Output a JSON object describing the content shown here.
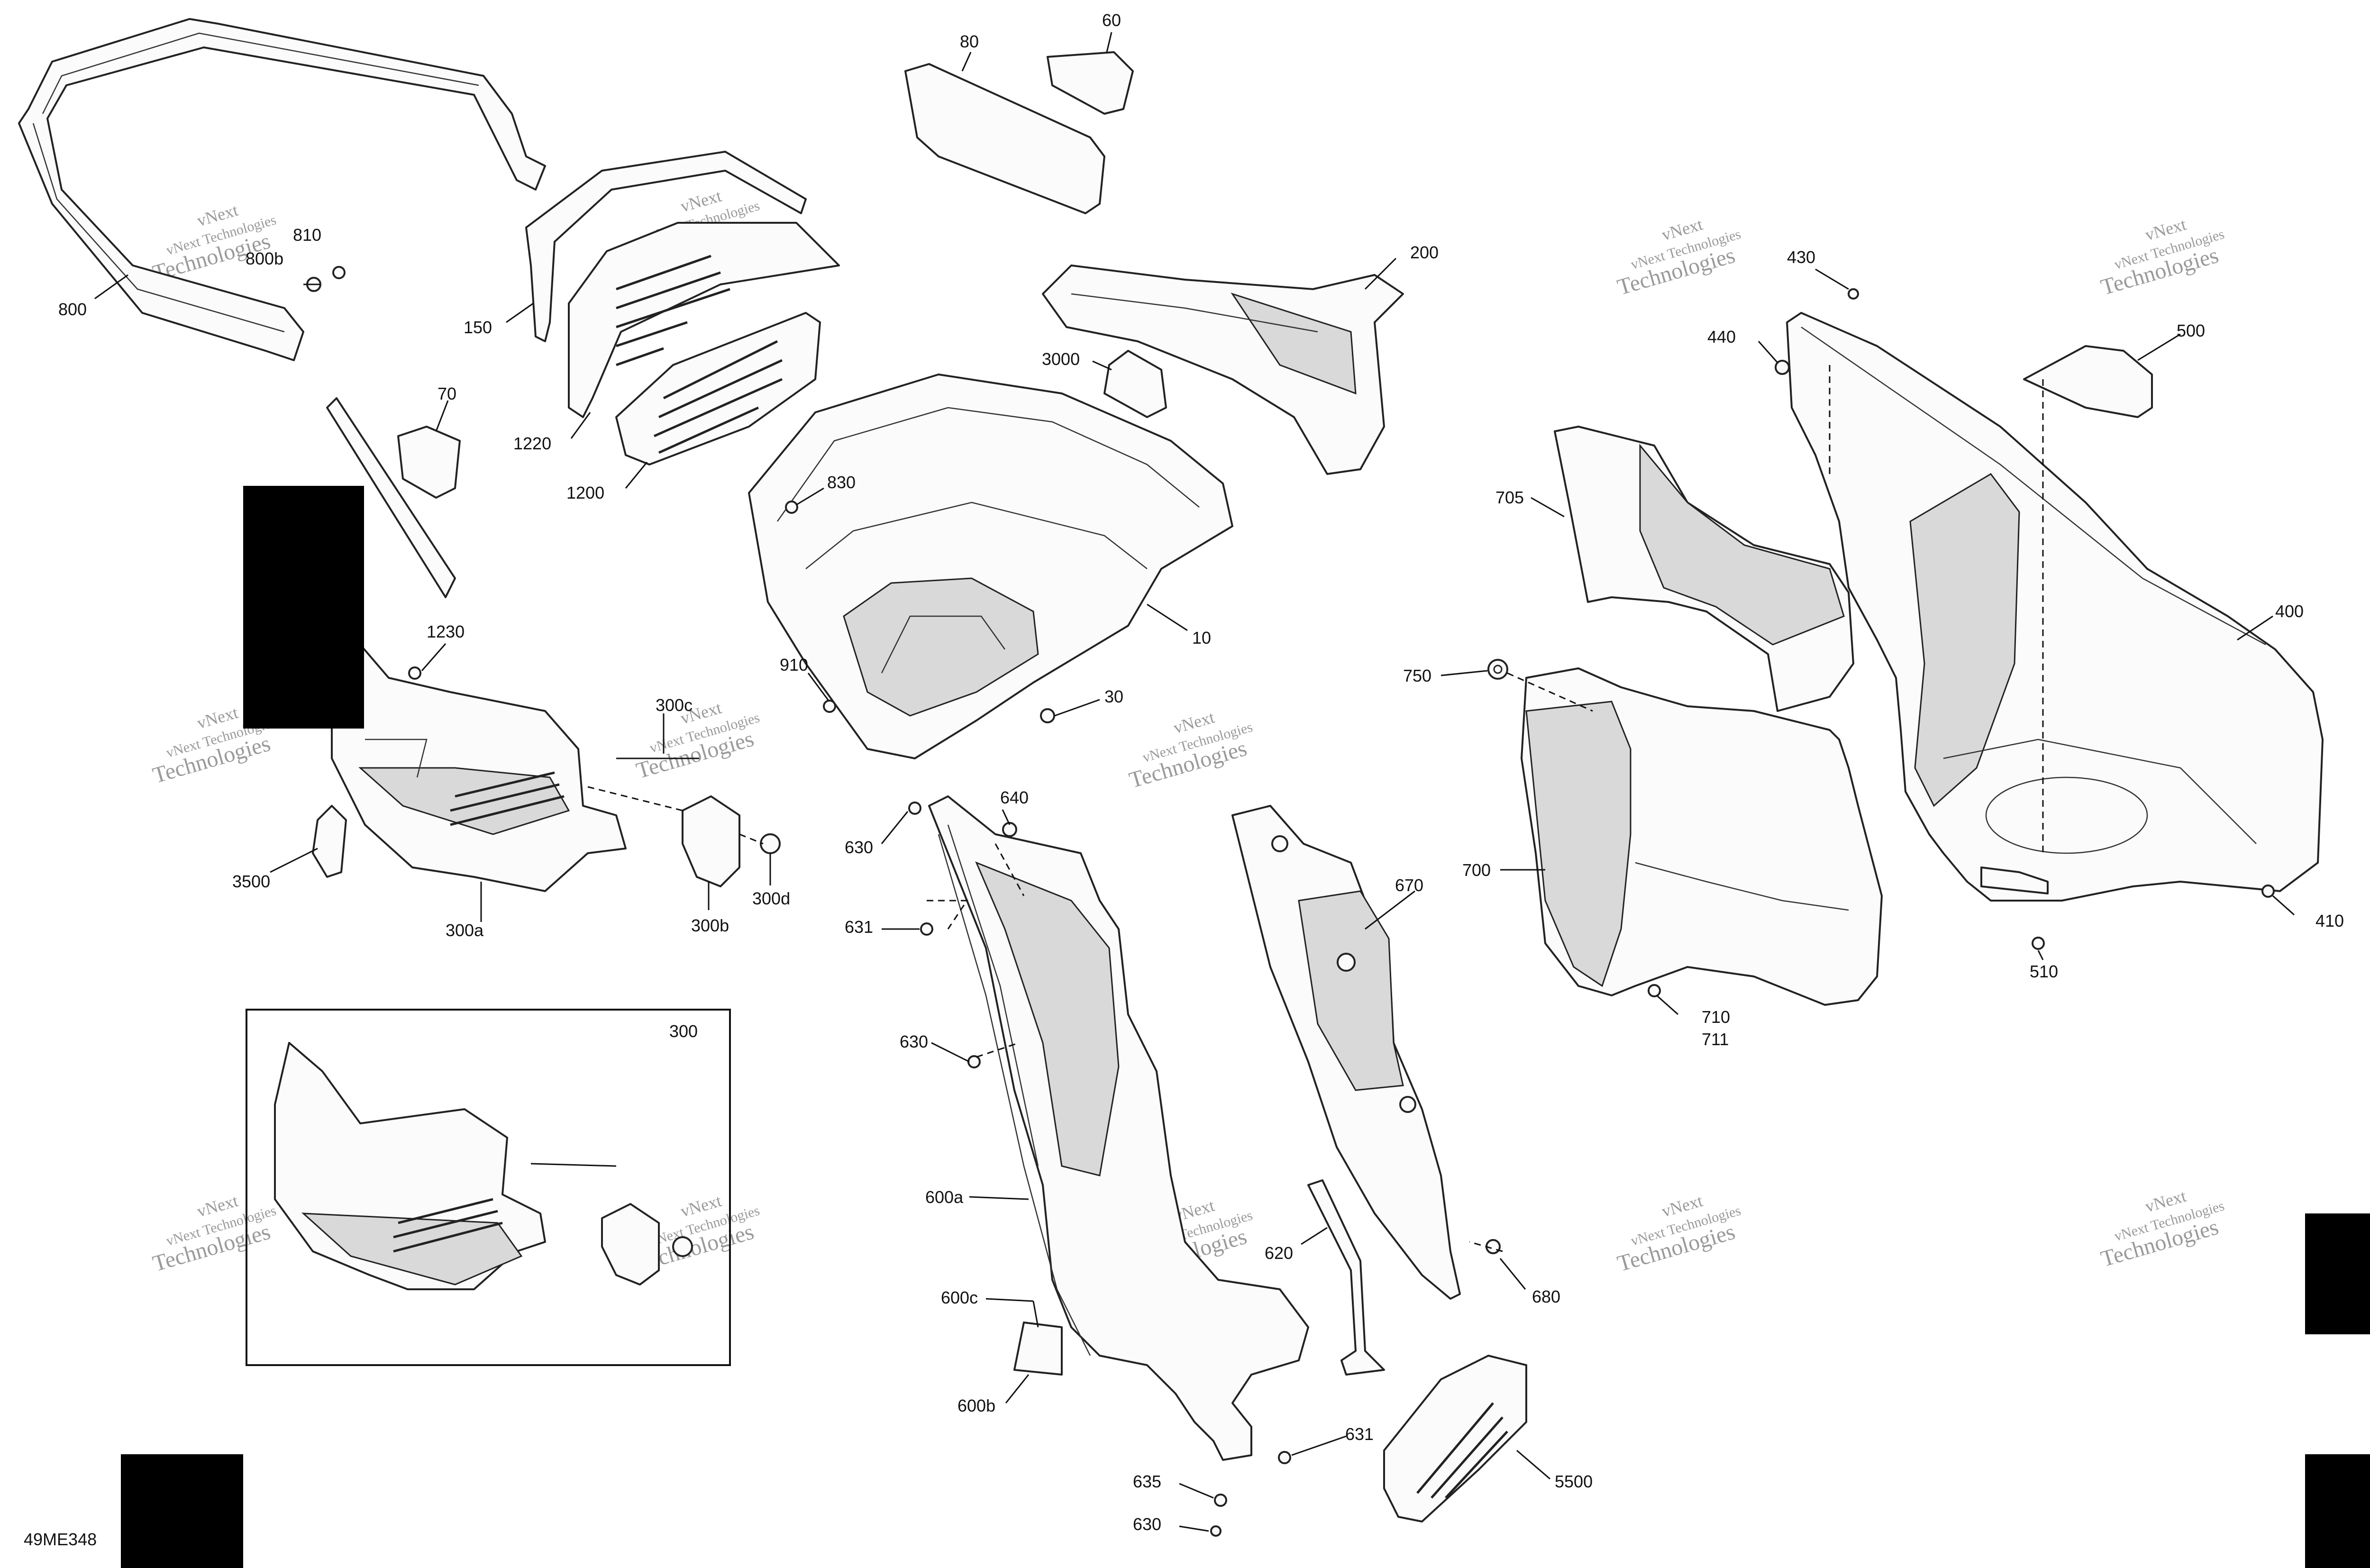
{
  "diagram_id": "49ME348",
  "watermark": {
    "line1": "vNext Technologies",
    "line2": "vNext",
    "line3": "Technologies"
  },
  "callouts": [
    {
      "id": "c80",
      "text": "80"
    },
    {
      "id": "c60",
      "text": "60"
    },
    {
      "id": "c800",
      "text": "800"
    },
    {
      "id": "c800b",
      "text": "800b"
    },
    {
      "id": "c810",
      "text": "810"
    },
    {
      "id": "c150",
      "text": "150"
    },
    {
      "id": "c1220",
      "text": "1220"
    },
    {
      "id": "c1200",
      "text": "1200"
    },
    {
      "id": "c70",
      "text": "70"
    },
    {
      "id": "c200",
      "text": "200"
    },
    {
      "id": "c3000",
      "text": "3000"
    },
    {
      "id": "c830",
      "text": "830"
    },
    {
      "id": "c10",
      "text": "10"
    },
    {
      "id": "c910",
      "text": "910"
    },
    {
      "id": "c30",
      "text": "30"
    },
    {
      "id": "c1230",
      "text": "1230"
    },
    {
      "id": "c300c",
      "text": "300c"
    },
    {
      "id": "c3500",
      "text": "3500"
    },
    {
      "id": "c300a",
      "text": "300a"
    },
    {
      "id": "c300b",
      "text": "300b"
    },
    {
      "id": "c300d",
      "text": "300d"
    },
    {
      "id": "c300",
      "text": "300"
    },
    {
      "id": "c630a",
      "text": "630"
    },
    {
      "id": "c640",
      "text": "640"
    },
    {
      "id": "c631a",
      "text": "631"
    },
    {
      "id": "c630b",
      "text": "630"
    },
    {
      "id": "c600a",
      "text": "600a"
    },
    {
      "id": "c600c",
      "text": "600c"
    },
    {
      "id": "c600b",
      "text": "600b"
    },
    {
      "id": "c620",
      "text": "620"
    },
    {
      "id": "c670",
      "text": "670"
    },
    {
      "id": "c680",
      "text": "680"
    },
    {
      "id": "c631b",
      "text": "631"
    },
    {
      "id": "c635",
      "text": "635"
    },
    {
      "id": "c630c",
      "text": "630"
    },
    {
      "id": "c5500",
      "text": "5500"
    },
    {
      "id": "c430",
      "text": "430"
    },
    {
      "id": "c440",
      "text": "440"
    },
    {
      "id": "c500",
      "text": "500"
    },
    {
      "id": "c705",
      "text": "705"
    },
    {
      "id": "c750",
      "text": "750"
    },
    {
      "id": "c700",
      "text": "700"
    },
    {
      "id": "c400",
      "text": "400"
    },
    {
      "id": "c410",
      "text": "410"
    },
    {
      "id": "c510",
      "text": "510"
    },
    {
      "id": "c710",
      "text": "710"
    },
    {
      "id": "c711",
      "text": "711"
    }
  ]
}
